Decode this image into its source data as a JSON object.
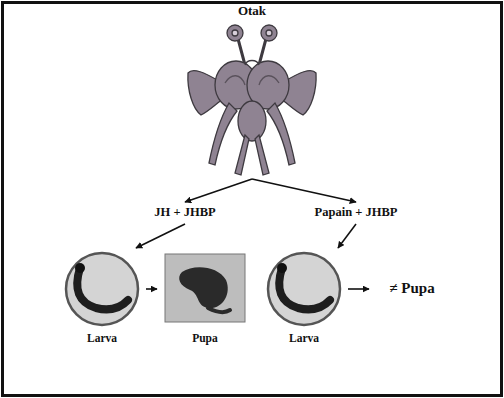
{
  "diagram": {
    "nodes": [
      {
        "text": [
          "Otak"
        ]
      },
      {
        "text": [
          "JH + JHBP"
        ]
      },
      {
        "text": [
          "Papain + JHBP"
        ]
      },
      {
        "text": [
          "Larva"
        ]
      },
      {
        "text": [
          "Pupa"
        ]
      },
      {
        "text": [
          "Larva"
        ]
      },
      {
        "text": [
          "≠ Pupa"
        ]
      }
    ],
    "edges": [
      {
        "from": 0,
        "to": 1,
        "arrow": "to"
      },
      {
        "from": 0,
        "to": 2,
        "arrow": "to"
      },
      {
        "from": 1,
        "to": 3,
        "arrow": "to"
      },
      {
        "from": 3,
        "to": 4,
        "arrow": "to"
      },
      {
        "from": 2,
        "to": 5,
        "arrow": "to"
      },
      {
        "from": 5,
        "to": 6,
        "arrow": "to"
      }
    ]
  }
}
